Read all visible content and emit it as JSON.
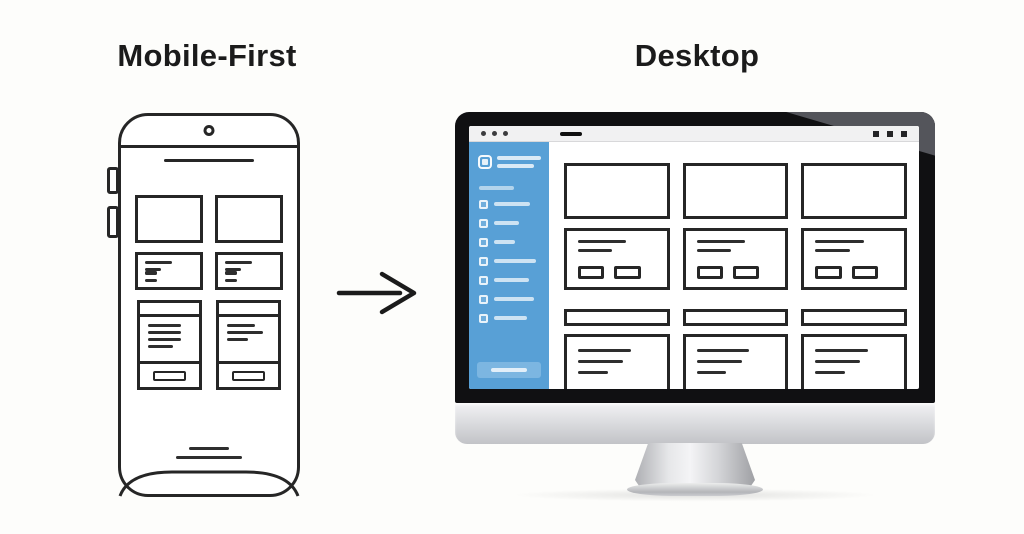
{
  "titles": {
    "mobile": "Mobile-First",
    "desktop": "Desktop"
  },
  "arrow": {
    "direction": "right",
    "glyph": "→"
  },
  "colors": {
    "background": "#fdfdfb",
    "ink": "#262626",
    "title_text": "#1b1b1b",
    "sidebar_blue": "#58a0d6",
    "sidebar_cta_blue": "#7cb6e1",
    "bezel_black": "#101012",
    "bezel_reflection": "#54555b",
    "chin_silver": "#dcdde0",
    "titlebar_gray": "#f1f1f2"
  },
  "phone": {
    "has_camera_dot": true,
    "has_speaker_line": true,
    "hero_box_count": 2,
    "summary_cards": [
      {
        "lines": [
          56,
          34
        ],
        "chips": [
          24,
          24
        ]
      },
      {
        "lines": [
          56,
          34
        ],
        "chips": [
          24,
          24
        ]
      }
    ],
    "article_cards": [
      {
        "lines": [
          76,
          76,
          76,
          58
        ],
        "button": [
          56
        ]
      },
      {
        "lines": [
          64,
          84,
          48
        ],
        "button": [
          56
        ]
      }
    ],
    "footer_lines": [
      23,
      37
    ]
  },
  "desktop": {
    "window": {
      "left_control_count": 3,
      "right_control_count": 3,
      "has_tab_dash": true
    },
    "sidebar": {
      "logo_lines": [
        100,
        85
      ],
      "section_label": [
        62
      ],
      "items": [
        {
          "w": 36
        },
        {
          "w": 25
        },
        {
          "w": 21
        },
        {
          "w": 42
        },
        {
          "w": 35
        },
        {
          "w": 40
        },
        {
          "w": 33
        }
      ],
      "cta_label": [
        55
      ]
    },
    "grid": {
      "columns": 3,
      "image_row_count": 3,
      "text_cards": [
        {
          "lines": [
            62,
            44
          ],
          "buttons": [
            34,
            34
          ]
        },
        {
          "lines": [
            62,
            44
          ],
          "buttons": [
            34,
            34
          ]
        },
        {
          "lines": [
            62,
            44
          ],
          "buttons": [
            34,
            34
          ]
        }
      ],
      "strip_row_count": 3,
      "bottom_cards": [
        {
          "lines": [
            68,
            58,
            38
          ]
        },
        {
          "lines": [
            68,
            58,
            38
          ]
        },
        {
          "lines": [
            68,
            58,
            38
          ]
        }
      ]
    }
  }
}
